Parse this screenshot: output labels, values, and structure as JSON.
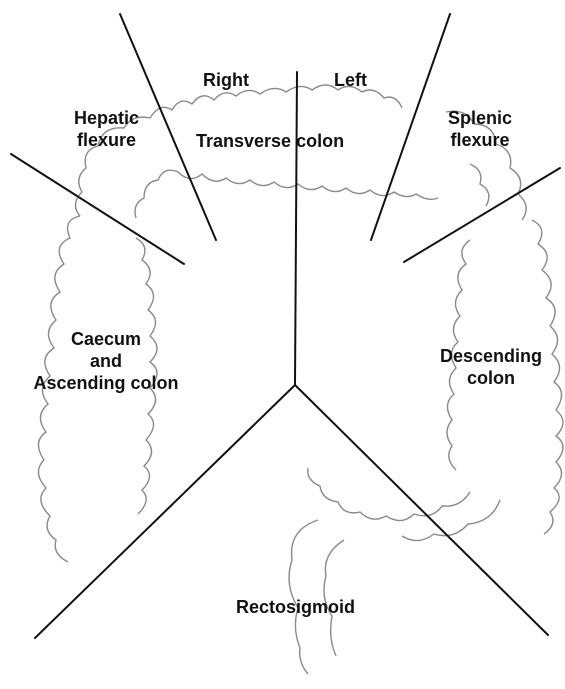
{
  "diagram": {
    "regions": {
      "right": "Right",
      "left": "Left",
      "transverse": "Transverse colon",
      "hepatic": [
        "Hepatic",
        "flexure"
      ],
      "splenic": [
        "Splenic",
        "flexure"
      ],
      "ascending": [
        "Caecum",
        "and",
        "Ascending colon"
      ],
      "descending": [
        "Descending",
        "colon"
      ],
      "rectosigmoid": "Rectosigmoid"
    },
    "colors": {
      "line": "#111111",
      "colon_outline": "#8a8a8a",
      "text": "#111111"
    }
  }
}
